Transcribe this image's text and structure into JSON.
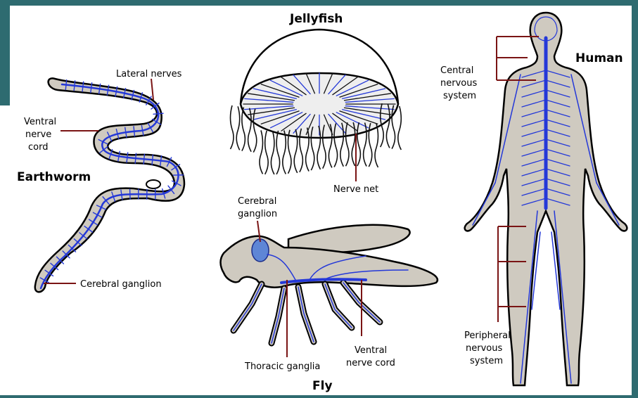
{
  "organisms": {
    "jellyfish": {
      "title": "Jellyfish",
      "labels": {
        "nerve_net": "Nerve net"
      }
    },
    "earthworm": {
      "title": "Earthworm",
      "labels": {
        "lateral_nerves": "Lateral nerves",
        "ventral_nerve_cord": [
          "Ventral",
          "nerve",
          "cord"
        ],
        "cerebral_ganglion": "Cerebral ganglion"
      }
    },
    "fly": {
      "title": "Fly",
      "labels": {
        "cerebral_ganglion": [
          "Cerebral",
          "ganglion"
        ],
        "thoracic_ganglia": "Thoracic ganglia",
        "ventral_nerve_cord": [
          "Ventral",
          "nerve cord"
        ]
      }
    },
    "human": {
      "title": "Human",
      "labels": {
        "central_nervous_system": [
          "Central",
          "nervous",
          "system"
        ],
        "peripheral_nervous_system": [
          "Peripheral",
          "nervous",
          "system"
        ]
      }
    }
  },
  "colors": {
    "frame": "#2e6b70",
    "body": "#cfcac0",
    "nerve": "#2438d8",
    "leader": "#7a1414",
    "background": "#ffffff"
  }
}
